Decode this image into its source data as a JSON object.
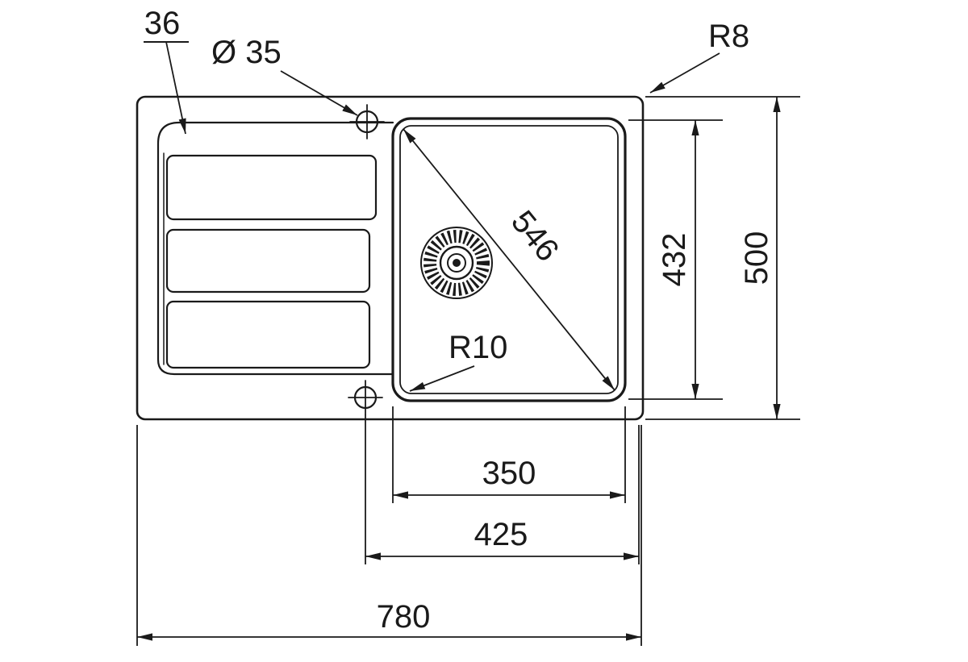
{
  "drawing": {
    "labels": {
      "drainer_offset": "36",
      "hole_diameter": "Ø 35",
      "outer_corner_radius": "R8",
      "bowl_diagonal": "546",
      "bowl_depth": "432",
      "overall_depth": "500",
      "bowl_corner_radius": "R10",
      "bowl_inner_width": "350",
      "bowl_offset_width": "425",
      "overall_width": "780"
    },
    "colors": {
      "line": "#1a1a1a",
      "background": "#ffffff"
    }
  }
}
